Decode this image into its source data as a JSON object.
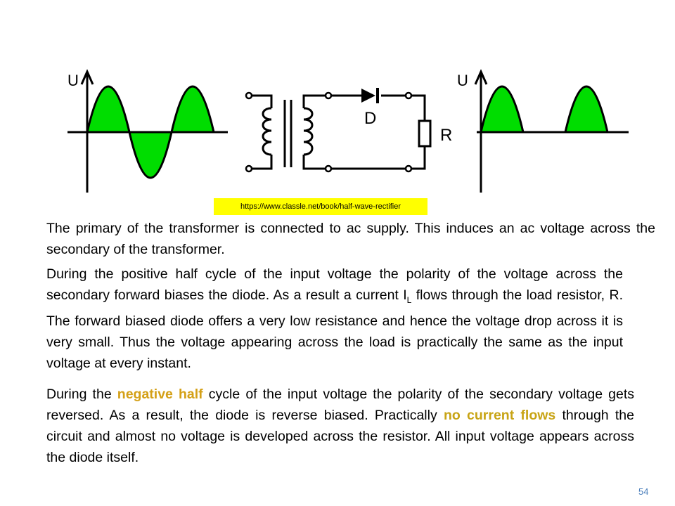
{
  "diagram": {
    "input_axis_label": "U",
    "output_axis_label": "U",
    "diode_label": "D",
    "resistor_label": "R",
    "wave_fill_color": "#00dd00",
    "wave_stroke_color": "#000000"
  },
  "source": {
    "url": "https://www.classle.net/book/half-wave-rectifier",
    "highlight_color": "#ffff00"
  },
  "paragraph_1": "The primary of the transformer is connected to ac supply. This induces an ac voltage across the secondary of the transformer.",
  "paragraph_2": {
    "before": "During the positive half cycle of the input voltage the polarity of the voltage across the secondary forward biases the diode. As a result a current I",
    "subscript": "L",
    "after": " flows through the load resistor, R. The forward biased diode offers a very low resistance and hence the voltage  drop across it is very small. Thus the voltage appearing across the load is practically the same as the input voltage at every instant."
  },
  "paragraph_3": {
    "part1": "During the ",
    "highlight1": "negative half",
    "part2": " cycle of the input voltage the polarity of the secondary voltage gets reversed. As a result, the diode is reverse biased. Practically ",
    "highlight2": "no current flows",
    "part3": " through the circuit and almost no voltage is developed across the resistor. All input voltage appears across the diode itself.",
    "highlight_color": "#d4a017"
  },
  "page_number": "54"
}
